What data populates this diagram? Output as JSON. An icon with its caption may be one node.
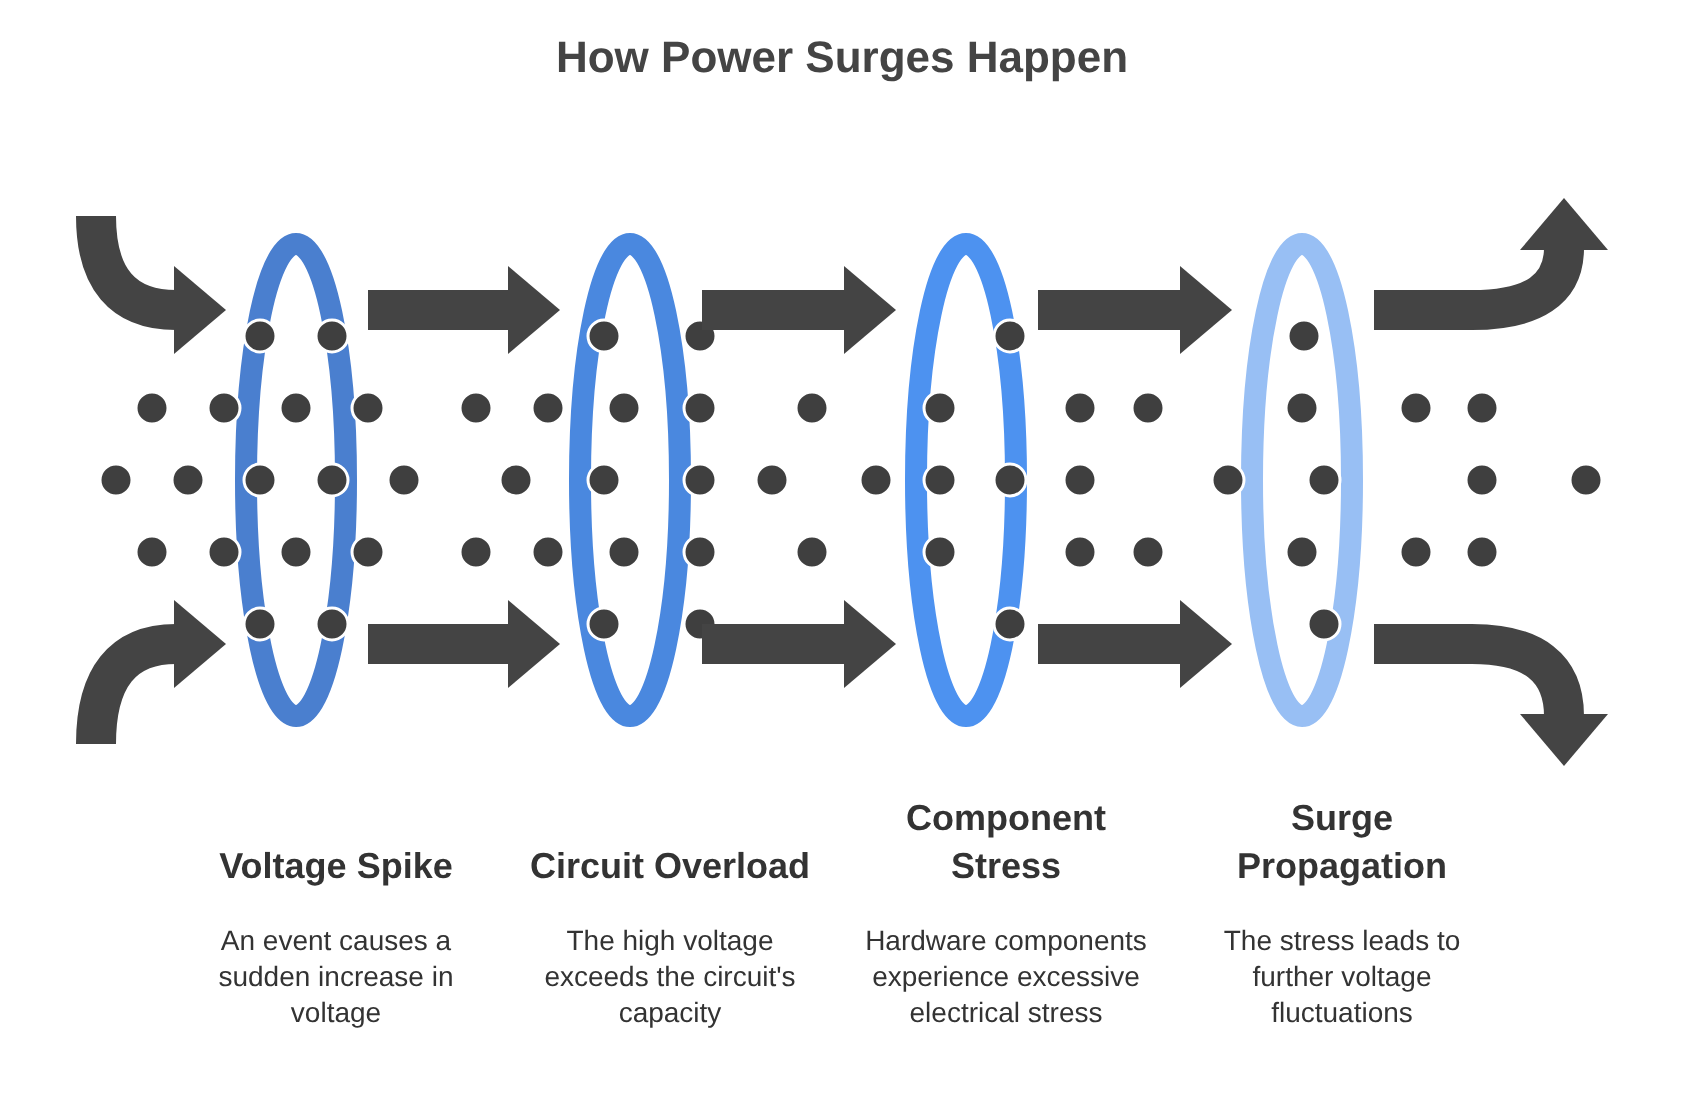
{
  "diagram": {
    "title": "How Power Surges Happen",
    "nodes": [
      {
        "text": [
          "Voltage Spike"
        ]
      },
      {
        "text": [
          "Circuit Overload"
        ]
      },
      {
        "text": [
          "Component Stress"
        ]
      },
      {
        "text": [
          "Surge Propagation"
        ]
      }
    ],
    "labels": [
      "An event causes a sudden increase in voltage",
      "The high voltage exceeds the circuit's capacity",
      "Hardware components experience excessive electrical stress",
      "The stress leads to further voltage fluctuations"
    ],
    "edges": [
      {
        "from": null,
        "to": 0,
        "arrow": "to"
      },
      {
        "from": null,
        "to": 0,
        "arrow": "to"
      },
      {
        "from": 0,
        "to": 1,
        "arrow": "to"
      },
      {
        "from": 0,
        "to": 1,
        "arrow": "to"
      },
      {
        "from": 1,
        "to": 2,
        "arrow": "to"
      },
      {
        "from": 1,
        "to": 2,
        "arrow": "to"
      },
      {
        "from": 2,
        "to": 3,
        "arrow": "to"
      },
      {
        "from": 2,
        "to": 3,
        "arrow": "to"
      },
      {
        "from": 3,
        "to": null,
        "arrow": "to"
      },
      {
        "from": 3,
        "to": null,
        "arrow": "to"
      }
    ]
  }
}
